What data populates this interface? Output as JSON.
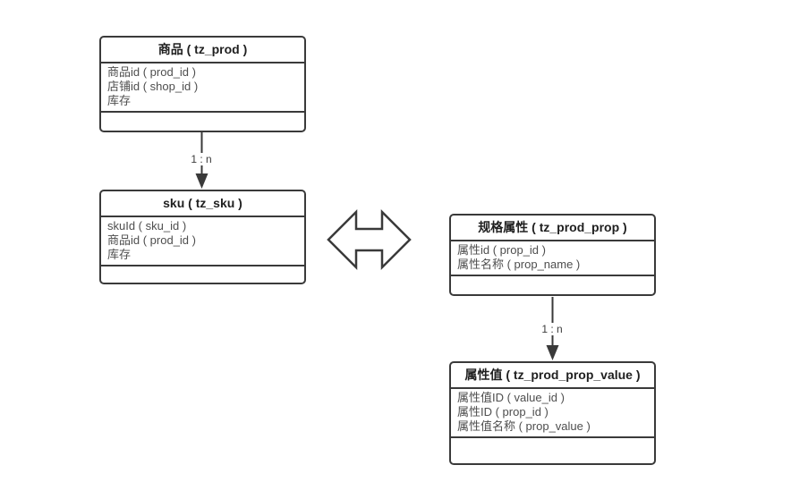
{
  "theme": {
    "canvas_bg": "#ffffff",
    "line_color": "#3a3a3a",
    "title_color": "#1f1f1f",
    "field_color": "#4e4e4e",
    "label_color": "#3c3c3c"
  },
  "diagram": {
    "type": "entity-relationship",
    "entities": [
      {
        "key": "prod",
        "title": "商品 ( tz_prod )",
        "fields": [
          "商品id ( prod_id )",
          "店铺id ( shop_id )",
          "库存"
        ]
      },
      {
        "key": "sku",
        "title": "sku ( tz_sku )",
        "fields": [
          "skuId ( sku_id )",
          "商品id ( prod_id )",
          "库存"
        ]
      },
      {
        "key": "prod-prop",
        "title": "规格属性 ( tz_prod_prop )",
        "fields": [
          "属性id ( prop_id )",
          "属性名称 ( prop_name )"
        ]
      },
      {
        "key": "prod-prop-value",
        "title": "属性值 ( tz_prod_prop_value )",
        "fields": [
          "属性值ID ( value_id )",
          "属性ID ( prop_id )",
          "属性值名称 ( prop_value )"
        ]
      }
    ],
    "connectors": [
      {
        "from": "prod",
        "to": "sku",
        "label": "1 : n",
        "style": "solid-arrow-down"
      },
      {
        "from": "prod-prop",
        "to": "prod-prop-value",
        "label": "1 : n",
        "style": "solid-arrow-down"
      }
    ],
    "relation_symbol": "hollow-double-headed-horizontal-arrow-between-sku-and-prod-prop"
  }
}
